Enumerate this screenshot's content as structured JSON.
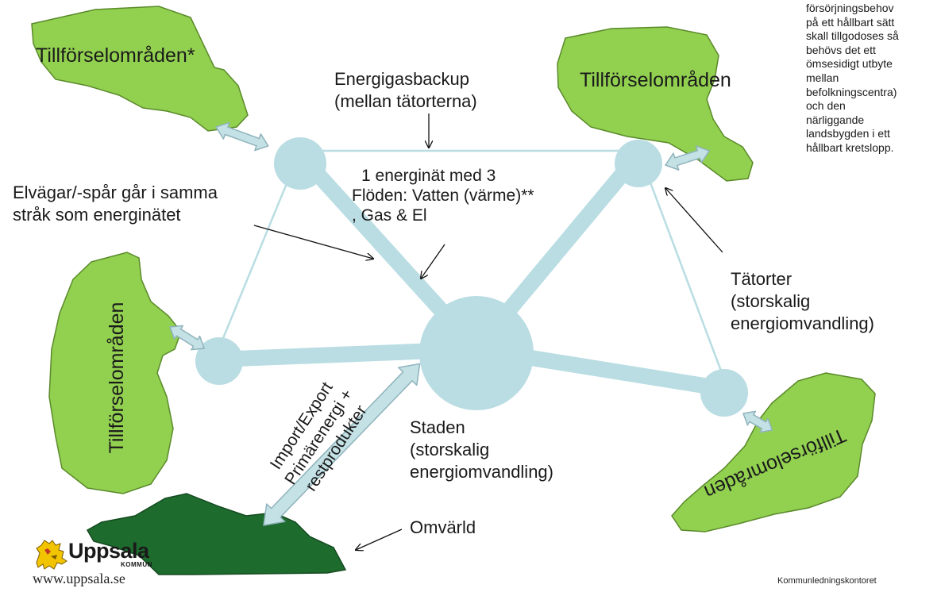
{
  "labels": {
    "supply_top_left": "Tillförselområden*",
    "supply_top_right": "Tillförselområden",
    "supply_left": "Tillförselområden",
    "supply_bottom_right": "Tillförselområden",
    "energy_gas_backup": [
      "Energigasbackup",
      "(mellan tätorterna)"
    ],
    "energy_net": [
      "1 energinät med 3",
      "Flöden: Vatten (värme)**",
      ", Gas & El"
    ],
    "power_lines": [
      "Elvägar/-spår går i samma",
      "stråk som energinätet"
    ],
    "towns": [
      "Tätorter",
      "(storskalig",
      "energiomvandling)"
    ],
    "city": [
      "Staden",
      "(storskalig",
      "energiomvandling)"
    ],
    "import_export": [
      "Import/Export",
      "Primärenergi +",
      "restprodukter"
    ],
    "surroundings": "Omvärld"
  },
  "side_note": [
    "försörjningsbehov",
    "på ett hållbart sätt",
    "skall tillgodoses så",
    "behövs det ett",
    "ömsesidigt utbyte",
    "mellan",
    "befolkningscentra)",
    "och den",
    "närliggande",
    "landsbygden i ett",
    "hållbart kretslopp."
  ],
  "footer": {
    "logo_name": "Uppsala",
    "logo_sub": "KOMMUN",
    "url": "www.uppsala.se",
    "department": "Kommunledningskontoret"
  },
  "colors": {
    "supply_area": "#92d050",
    "surroundings": "#1e6b2e",
    "node": "#b9dde3",
    "arrow_fill": "#c4e1e6",
    "arrow_stroke": "#8fb3bb",
    "logo_yellow": "#f2c400"
  }
}
